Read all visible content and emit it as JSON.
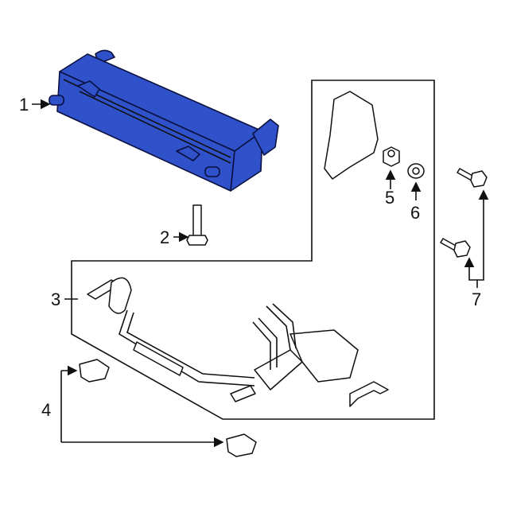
{
  "diagram": {
    "callouts": [
      {
        "number": "1"
      },
      {
        "number": "2"
      },
      {
        "number": "3"
      },
      {
        "number": "4"
      },
      {
        "number": "5"
      },
      {
        "number": "6"
      },
      {
        "number": "7"
      }
    ],
    "colors": {
      "highlight": "#2f51c9",
      "line": "#111111"
    }
  }
}
